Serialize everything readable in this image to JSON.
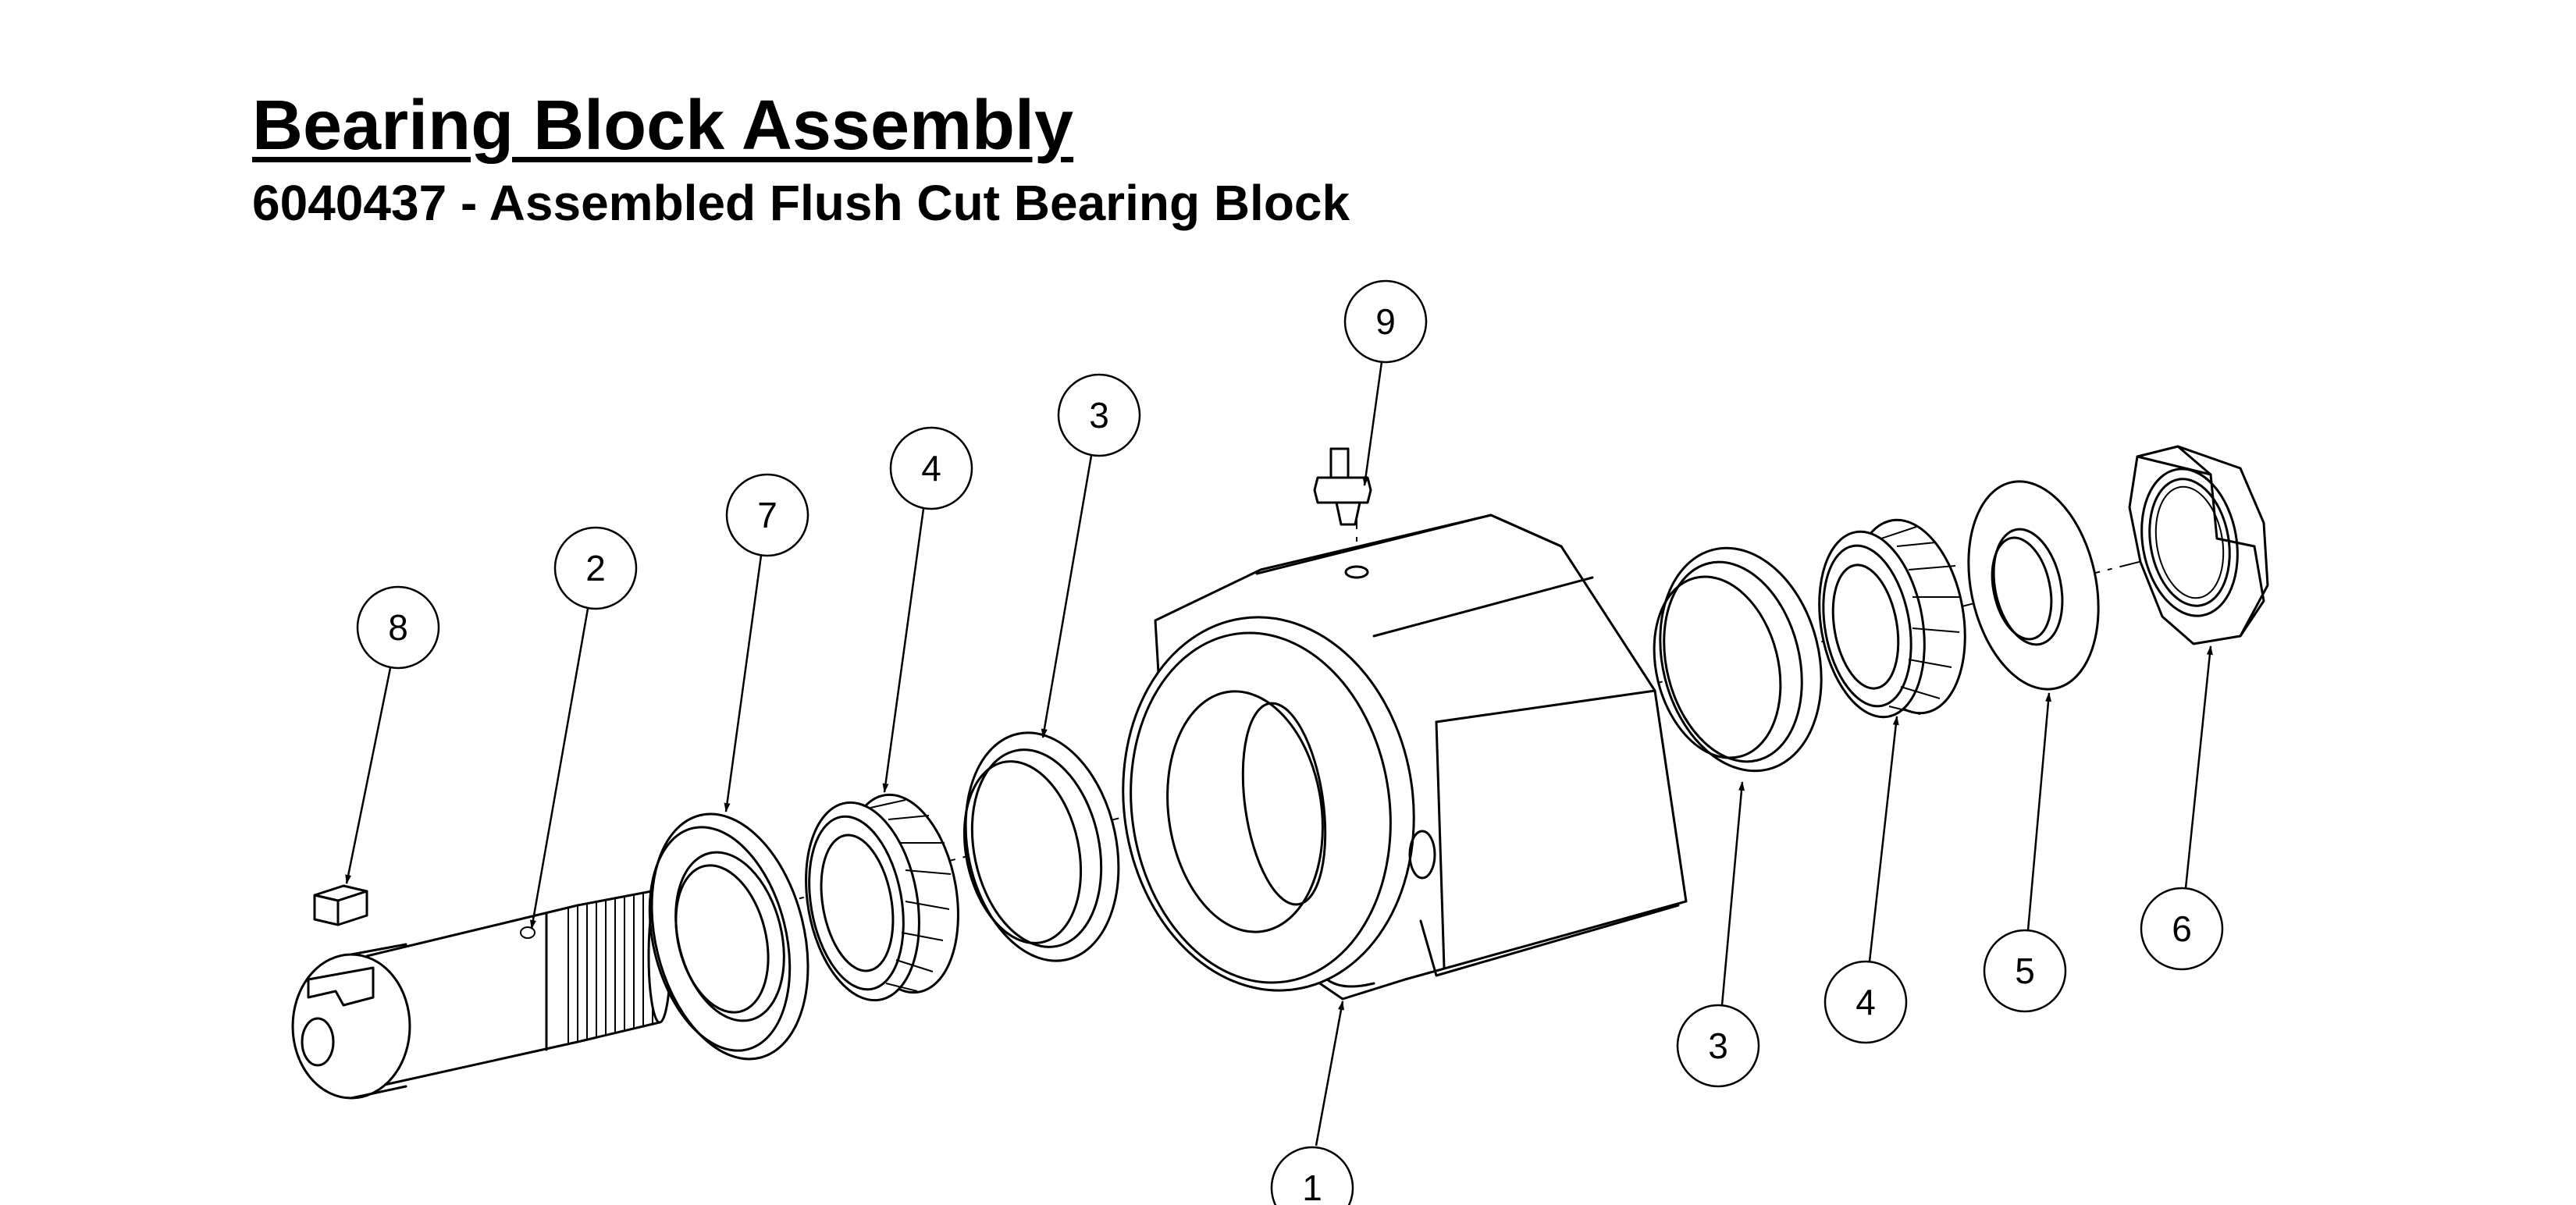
{
  "title": "Bearing Block Assembly",
  "subtitle": "6040437 - Assembled Flush Cut Bearing Block",
  "balloons": [
    "1",
    "2",
    "3",
    "3",
    "4",
    "4",
    "5",
    "6",
    "7",
    "8",
    "9"
  ]
}
